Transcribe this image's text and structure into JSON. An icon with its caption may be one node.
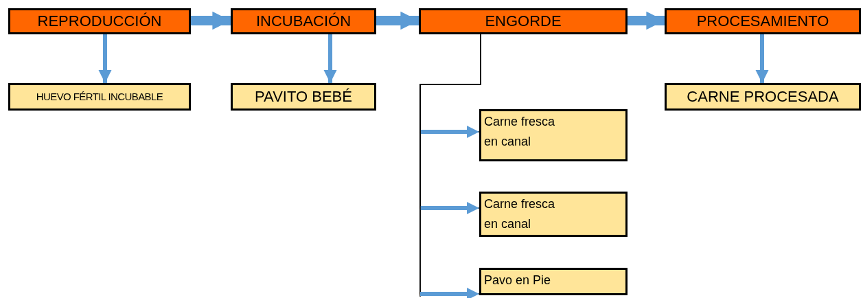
{
  "diagram": {
    "nodes": [
      {
        "text": [
          "REPRODUCCIÓN"
        ]
      },
      {
        "text": [
          "INCUBACIÓN"
        ]
      },
      {
        "text": [
          "ENGORDE"
        ]
      },
      {
        "text": [
          "PROCESAMIENTO"
        ]
      },
      {
        "text": [
          "HUEVO FÉRTIL INCUBABLE"
        ]
      },
      {
        "text": [
          "PAVITO BEBÉ"
        ]
      },
      {
        "text": [
          "CARNE PROCESADA"
        ]
      },
      {
        "text": [
          "Carne fresca en canal"
        ]
      },
      {
        "text": [
          "Carne fresca en canal"
        ]
      },
      {
        "text": [
          "Pavo en Pie"
        ]
      }
    ],
    "edges": [
      {
        "from": 0,
        "to": 1,
        "arrow": "to",
        "style": "thick"
      },
      {
        "from": 1,
        "to": 2,
        "arrow": "to",
        "style": "thick"
      },
      {
        "from": 2,
        "to": 3,
        "arrow": "to",
        "style": "thick"
      },
      {
        "from": 0,
        "to": 4,
        "arrow": "to"
      },
      {
        "from": 1,
        "to": 5,
        "arrow": "to"
      },
      {
        "from": 3,
        "to": 6,
        "arrow": "to"
      },
      {
        "from": 2,
        "to": 7,
        "arrow": "to",
        "color": "#000000"
      },
      {
        "from": 2,
        "to": 8,
        "arrow": "to",
        "color": "#000000"
      },
      {
        "from": 2,
        "to": 9,
        "arrow": "to",
        "color": "#000000"
      }
    ]
  }
}
